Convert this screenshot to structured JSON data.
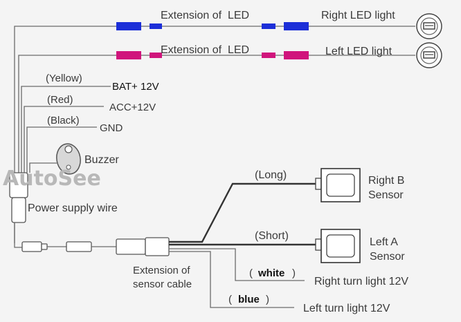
{
  "colors": {
    "blue_connector": "#1c2fd8",
    "pink_connector": "#d0157c",
    "wire": "#6a6a6a",
    "wire_dark": "#333333",
    "background": "#f4f4f4"
  },
  "icons": [
    "led-lamp-icon",
    "buzzer-icon",
    "sensor-icon"
  ],
  "labels": {
    "extension_led_right": "Extension of  LED",
    "right_led_light": "Right LED light",
    "extension_led_left": "Extension of  LED",
    "left_led_light": "Left LED light",
    "yellow": "(Yellow)",
    "bat": "BAT+ 12V",
    "red": "(Red)",
    "acc": "ACC+12V",
    "black": "(Black)",
    "gnd": "GND",
    "buzzer": "Buzzer",
    "watermark": "AutoSee",
    "power_supply_wire": "Power supply wire",
    "long": "(Long)",
    "right_b_sensor_1": "Right B",
    "right_b_sensor_2": "Sensor",
    "short": "(Short)",
    "left_a_sensor_1": "Left A",
    "left_a_sensor_2": "Sensor",
    "extension_sensor_1": "Extension of",
    "extension_sensor_2": "sensor cable",
    "white": "white",
    "white_paren_open": "(",
    "white_paren_close": ")",
    "right_turn": "Right turn light 12V",
    "blue": "blue",
    "blue_paren_open": "(",
    "blue_paren_close": ")",
    "left_turn": "Left turn light 12V"
  }
}
